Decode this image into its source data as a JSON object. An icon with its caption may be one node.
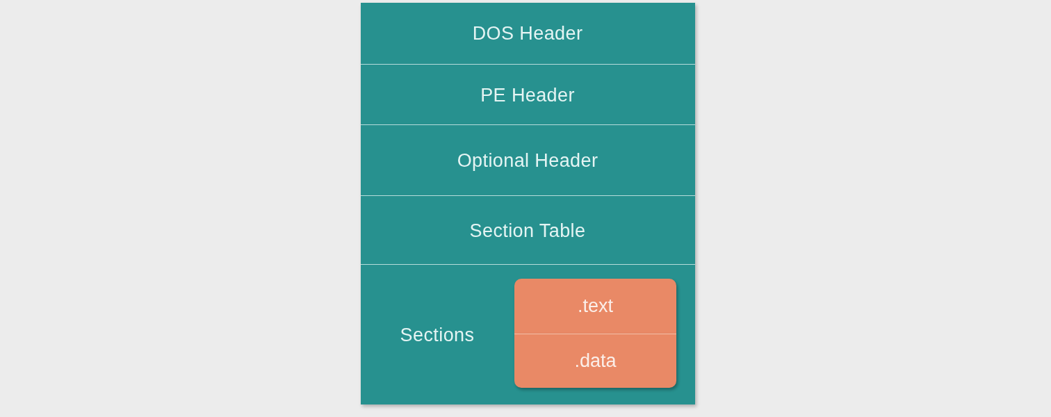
{
  "diagram": {
    "nodes": [
      {
        "text": [
          "DOS Header"
        ]
      },
      {
        "text": [
          "PE Header"
        ]
      },
      {
        "text": [
          "Optional Header"
        ]
      },
      {
        "text": [
          "Section Table"
        ]
      },
      {
        "text": [
          "Sections"
        ]
      },
      {
        "text": [
          ".text"
        ],
        "in": 4
      },
      {
        "text": [
          ".data"
        ],
        "in": 4
      }
    ]
  }
}
